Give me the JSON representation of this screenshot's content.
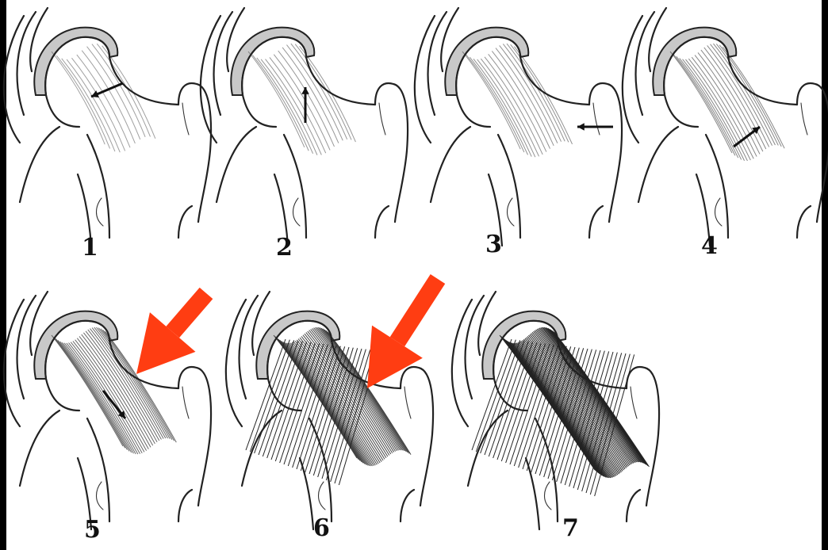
{
  "panels": [
    {
      "label": "1",
      "arrow": "black",
      "density": 0.12
    },
    {
      "label": "2",
      "arrow": "black",
      "density": 0.18
    },
    {
      "label": "3",
      "arrow": "black",
      "density": 0.22
    },
    {
      "label": "4",
      "arrow": "black",
      "density": 0.3
    },
    {
      "label": "5",
      "arrow": "black",
      "density": 0.5,
      "highlight": "red-arrow"
    },
    {
      "label": "6",
      "arrow": "none",
      "density": 0.75,
      "highlight": "red-arrow"
    },
    {
      "label": "7",
      "arrow": "none",
      "density": 1.0
    }
  ],
  "colors": {
    "background": "#000000",
    "paper": "#ffffff",
    "ink": "#222222",
    "highlight_arrow": "#ff3d12"
  }
}
